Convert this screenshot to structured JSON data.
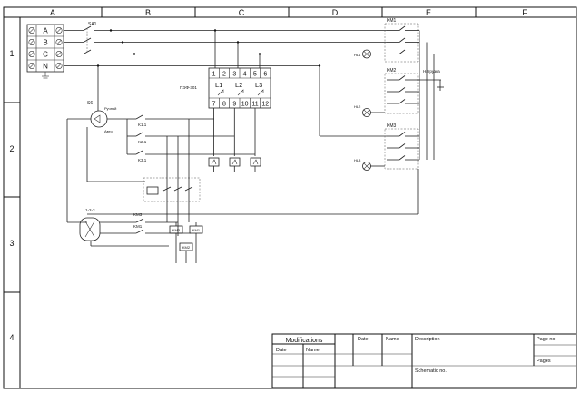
{
  "columns": [
    "A",
    "B",
    "C",
    "D",
    "E",
    "F"
  ],
  "rows": [
    "1",
    "2",
    "3",
    "4"
  ],
  "terminals": [
    "A",
    "B",
    "C",
    "N"
  ],
  "switch_main": "SA1",
  "relay_block": {
    "name": "ПЭФ-301",
    "pins_top": [
      "1",
      "2",
      "3",
      "4",
      "5",
      "6"
    ],
    "pins_bottom": [
      "7",
      "8",
      "9",
      "10",
      "11",
      "12"
    ],
    "phases": [
      "L1",
      "L2",
      "L3"
    ]
  },
  "contactors": [
    "KM1",
    "KM2",
    "KM3"
  ],
  "lamps": [
    "HL1",
    "HL2",
    "HL3"
  ],
  "load_label": "Нагрузка",
  "selector": {
    "name": "S6",
    "manual": "Ручной",
    "auto": "Авто"
  },
  "aux_contacts": [
    "K1.1",
    "K2.1",
    "K3.1"
  ],
  "bottom_switch": "1-2-3",
  "bottom_contacts": [
    "KM3",
    "KM1"
  ],
  "coils": [
    "KM3",
    "KM1",
    "KM2"
  ],
  "title_block": {
    "modifications": "Modifications",
    "date": "Date",
    "name": "Name",
    "date2": "Date",
    "name2": "Name",
    "description": "Description",
    "page_no": "Page no.",
    "pages": "Pages",
    "schematic_no": "Schematic no."
  }
}
